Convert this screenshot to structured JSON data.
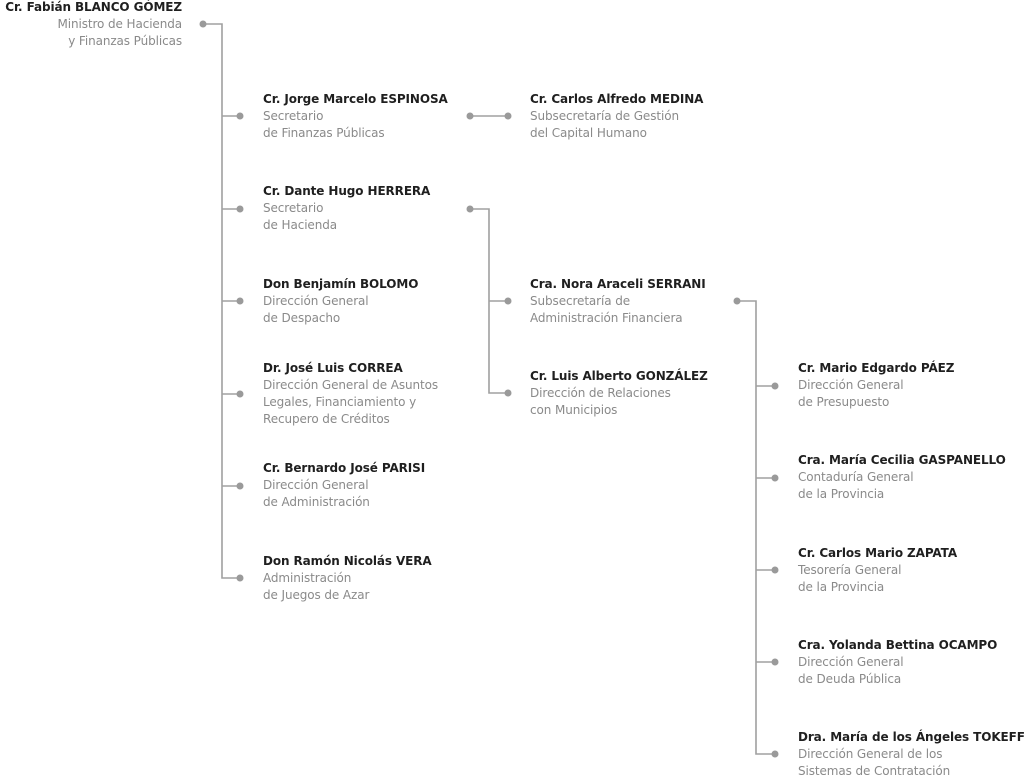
{
  "root": {
    "name": "Cr. Fabián BLANCO GÓMEZ",
    "role_lines": [
      "Ministro de Hacienda",
      "y Finanzas Públicas"
    ]
  },
  "level1": [
    {
      "name": "Cr. Jorge Marcelo ESPINOSA",
      "role_lines": [
        "Secretario",
        "de Finanzas Públicas"
      ]
    },
    {
      "name": "Cr. Dante Hugo HERRERA",
      "role_lines": [
        "Secretario",
        "de Hacienda"
      ]
    },
    {
      "name": "Don Benjamín BOLOMO",
      "role_lines": [
        "Dirección General",
        "de Despacho"
      ]
    },
    {
      "name": "Dr. José Luis CORREA",
      "role_lines": [
        "Dirección General de Asuntos",
        "Legales, Financiamiento y",
        "Recupero de Créditos"
      ]
    },
    {
      "name": "Cr. Bernardo José PARISI",
      "role_lines": [
        "Dirección General",
        "de Administración"
      ]
    },
    {
      "name": "Don Ramón Nicolás VERA",
      "role_lines": [
        "Administración",
        "de Juegos de Azar"
      ]
    }
  ],
  "level2": [
    {
      "name": "Cr. Carlos Alfredo MEDINA",
      "role_lines": [
        "Subsecretaría de Gestión",
        "del Capital Humano"
      ]
    },
    {
      "name": "Cra. Nora Araceli SERRANI",
      "role_lines": [
        "Subsecretaría de",
        "Administración Financiera"
      ]
    },
    {
      "name": "Cr. Luis Alberto GONZÁLEZ",
      "role_lines": [
        "Dirección de Relaciones",
        "con Municipios"
      ]
    }
  ],
  "level3": [
    {
      "name": "Cr. Mario Edgardo PÁEZ",
      "role_lines": [
        "Dirección General",
        "de Presupuesto"
      ]
    },
    {
      "name": "Cra. María Cecilia GASPANELLO",
      "role_lines": [
        "Contaduría General",
        "de la Provincia"
      ]
    },
    {
      "name": "Cr. Carlos Mario ZAPATA",
      "role_lines": [
        "Tesorería General",
        "de la Provincia"
      ]
    },
    {
      "name": "Cra. Yolanda Bettina OCAMPO",
      "role_lines": [
        "Dirección General",
        "de Deuda Pública"
      ]
    },
    {
      "name": "Dra. María de los Ángeles TOKEFF",
      "role_lines": [
        "Dirección General de los",
        "Sistemas de Contratación"
      ]
    }
  ],
  "colors": {
    "line": "#9a9a9a",
    "dot": "#9a9a9a",
    "name": "#1f1f1f",
    "role": "#8a8a8a"
  }
}
